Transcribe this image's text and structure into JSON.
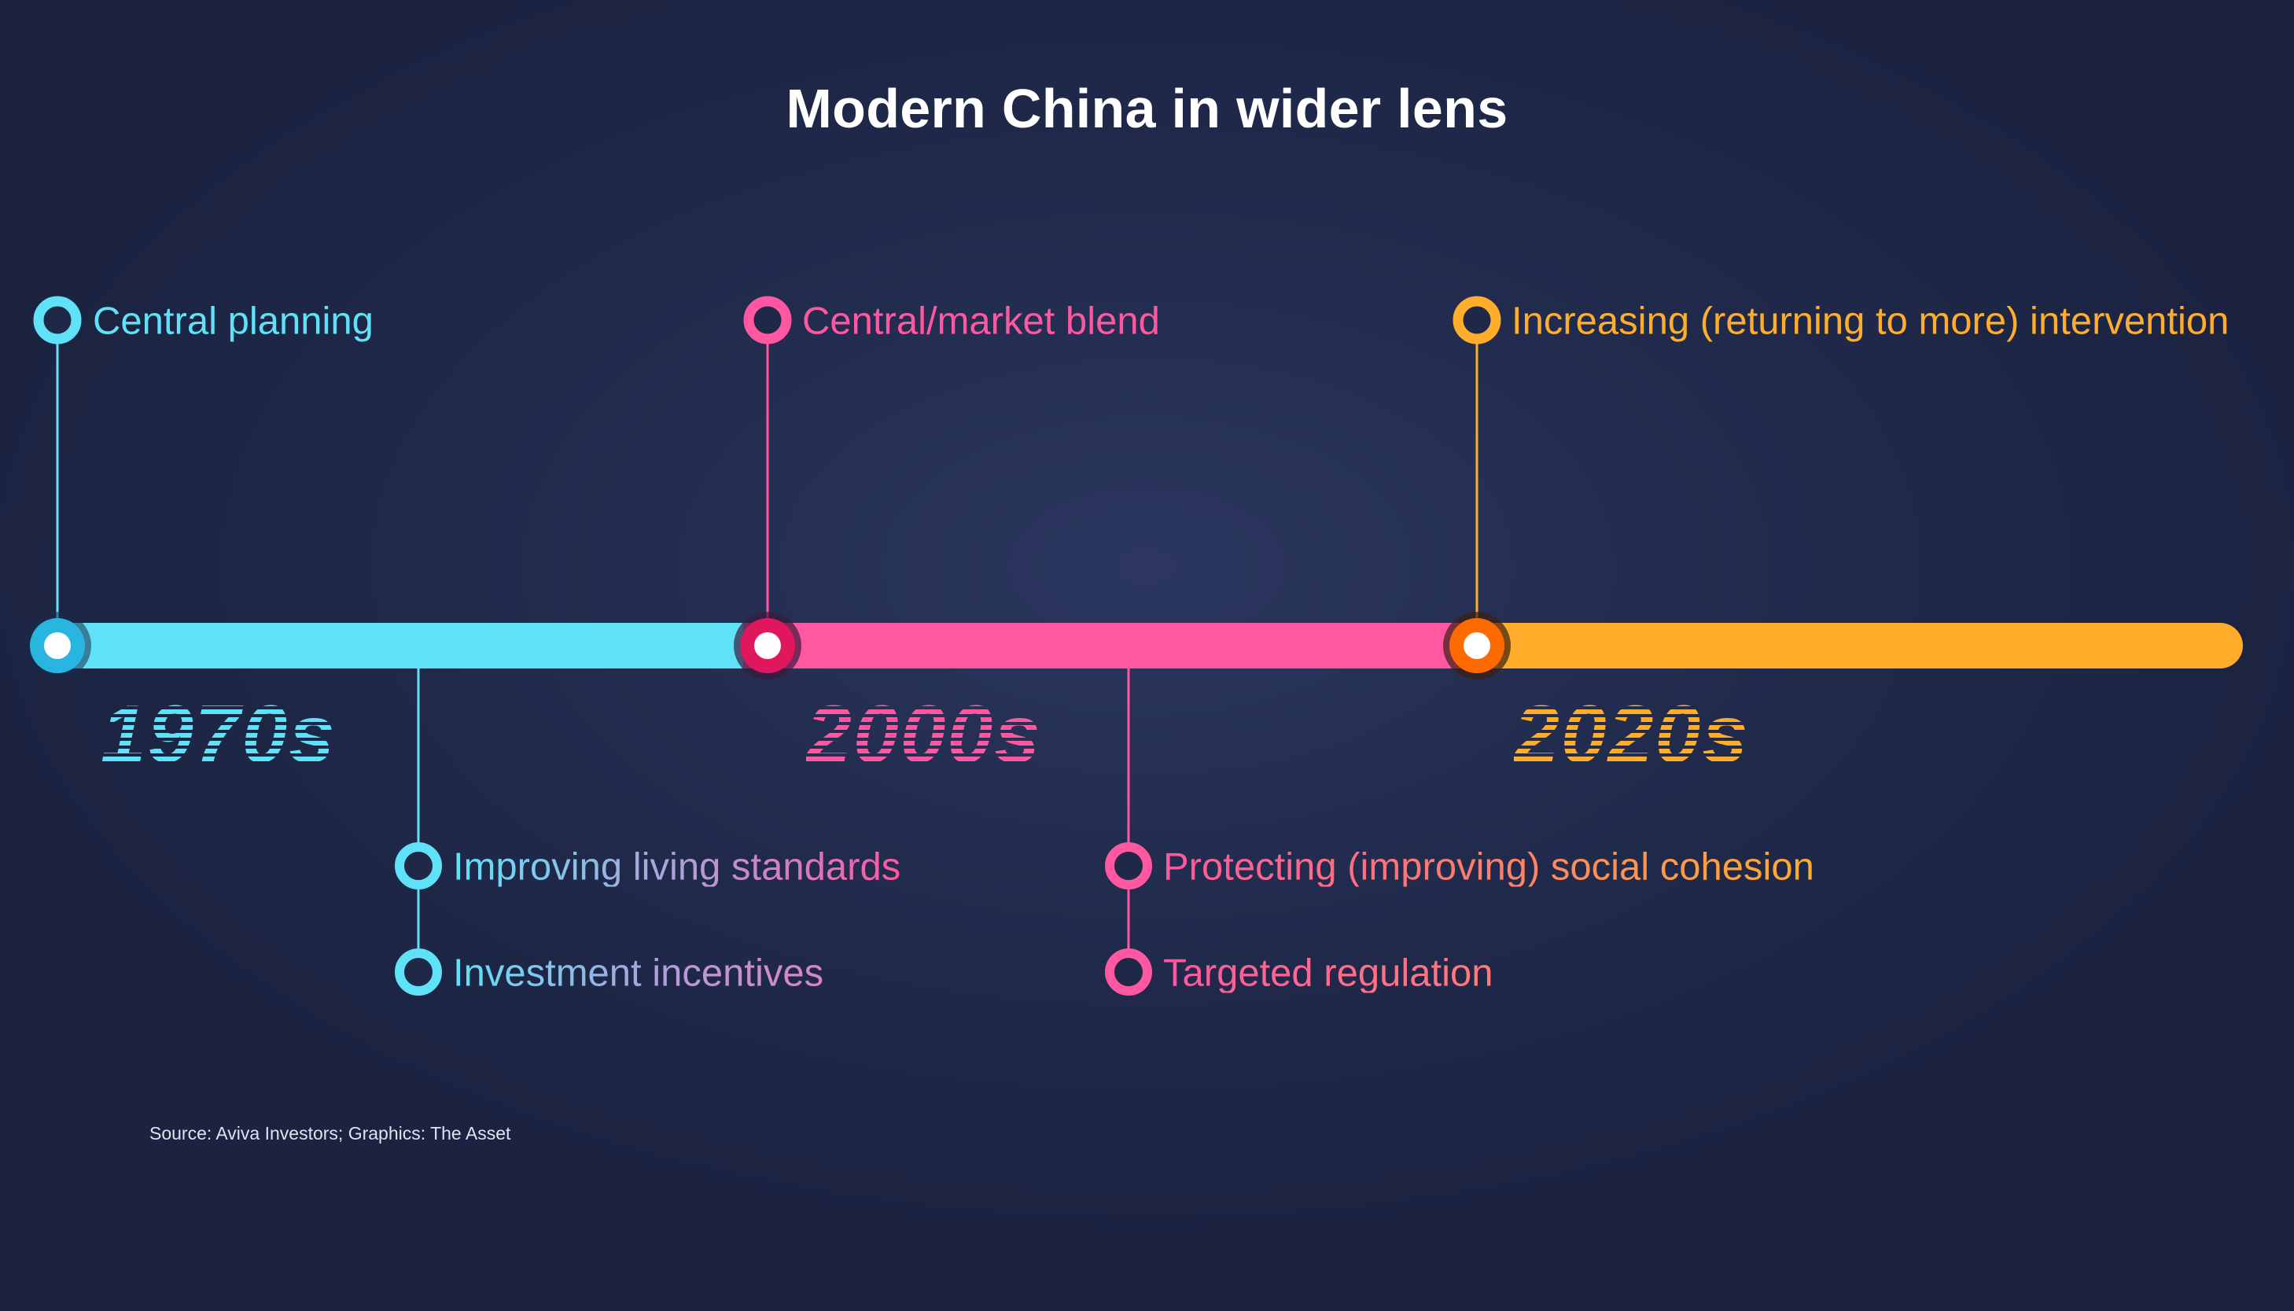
{
  "title": "Modern China in wider lens",
  "source": "Source: Aviva Investors; Graphics: The Asset",
  "colors": {
    "cyan": "#5fe2f7",
    "pink": "#ff57a0",
    "orange": "#ffad2a",
    "background": "#1f2847"
  },
  "eras": [
    {
      "decade": "1970s",
      "label": "Central planning",
      "color": "#5fe2f7"
    },
    {
      "decade": "2000s",
      "label": "Central/market blend",
      "color": "#ff57a0"
    },
    {
      "decade": "2020s",
      "label": "Increasing (returning to more) intervention",
      "color": "#ffad2a"
    }
  ],
  "transitions": [
    {
      "items": [
        "Improving living standards",
        "Investment incentives"
      ],
      "color": "#5fe2f7"
    },
    {
      "items": [
        "Protecting (improving) social cohesion",
        "Targeted regulation"
      ],
      "color": "#ff57a0"
    }
  ]
}
